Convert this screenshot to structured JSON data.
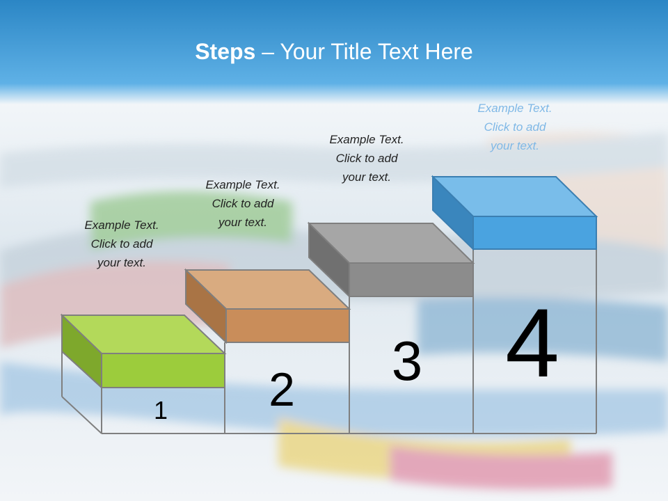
{
  "slide": {
    "title_bold": "Steps",
    "title_rest": " – Your Title Text Here"
  },
  "steps": [
    {
      "number": "1",
      "line1": "Example Text.",
      "line2": "Click  to add",
      "line3": "your text.",
      "color": "#9ccc3c"
    },
    {
      "number": "2",
      "line1": "Example Text.",
      "line2": "Click  to add",
      "line3": "your text.",
      "color": "#c98d5a"
    },
    {
      "number": "3",
      "line1": "Example Text.",
      "line2": "Click  to add",
      "line3": "your text.",
      "color": "#8c8c8c"
    },
    {
      "number": "4",
      "line1": "Example Text.",
      "line2": "Click  to add",
      "line3": "your text.",
      "color": "#4aa3e0"
    }
  ],
  "colors": {
    "title_bar_top": "#2b86c5",
    "title_bar_bottom": "#5fb1e6",
    "outline": "#7f7f7f"
  }
}
